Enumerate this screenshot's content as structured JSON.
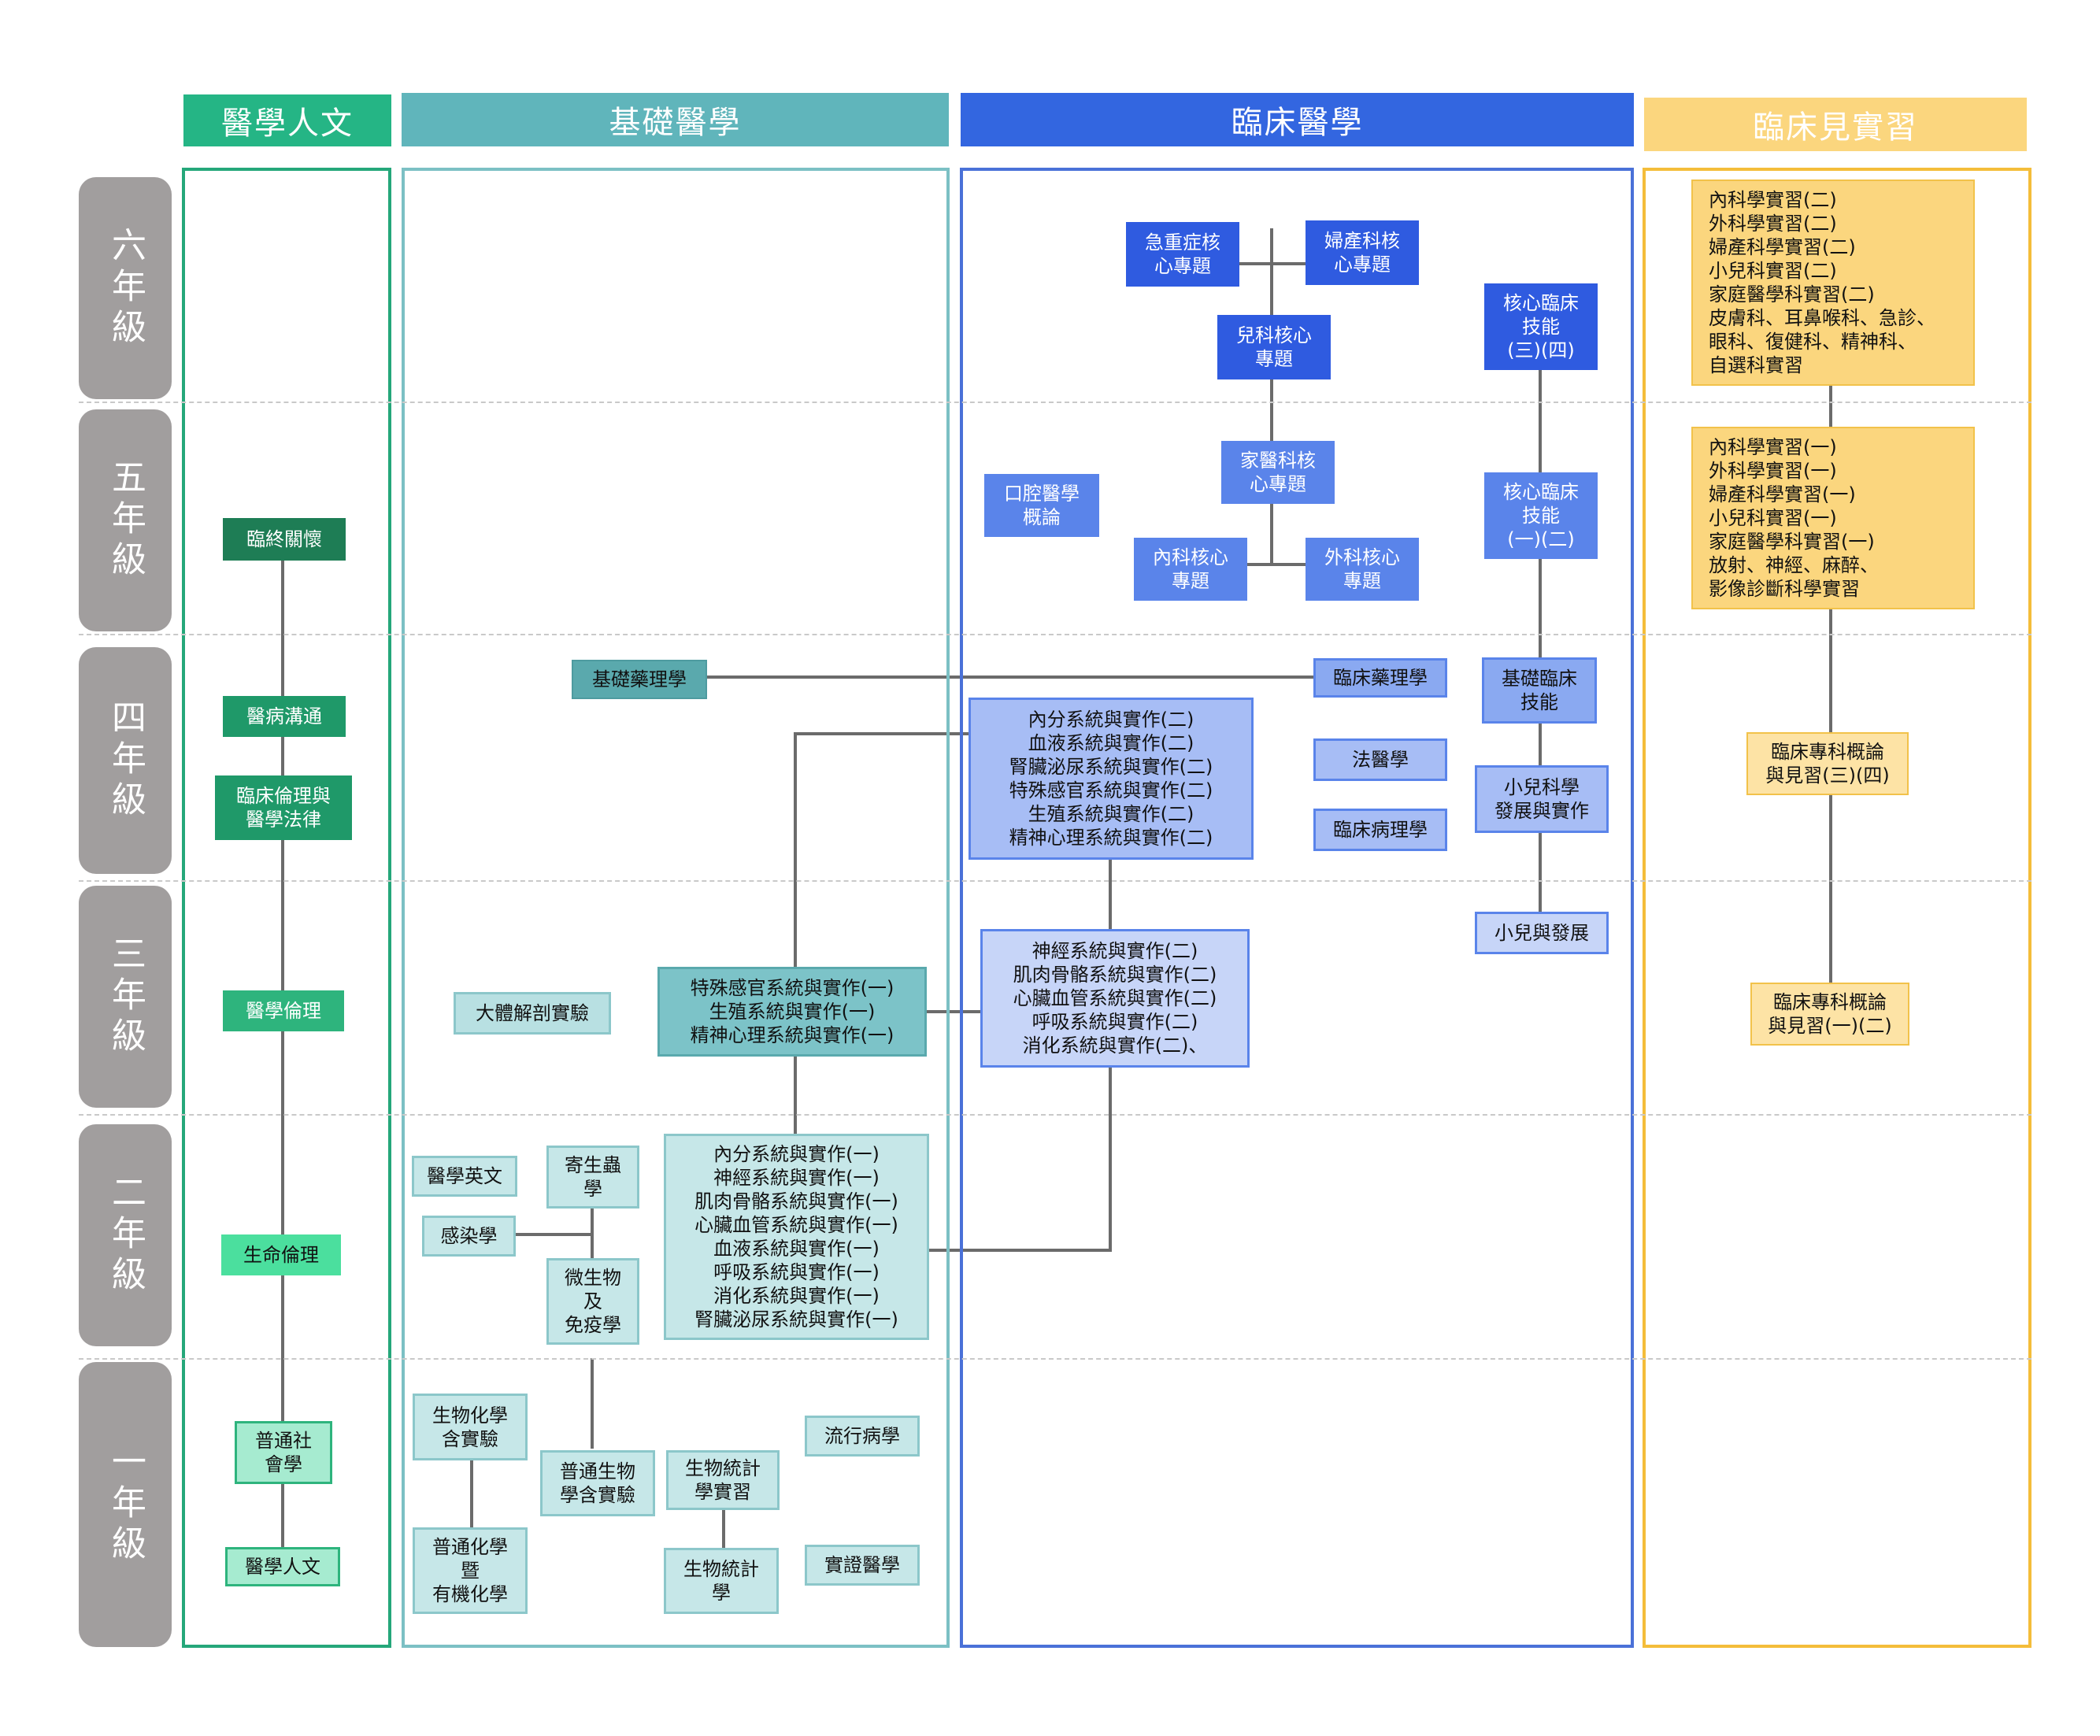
{
  "headers": {
    "humanities": "醫學人文",
    "basic": "基礎醫學",
    "clinical": "臨床醫學",
    "clerkship": "臨床見實習"
  },
  "years": {
    "y6": "六年級",
    "y5": "五年級",
    "y4": "四年級",
    "y3": "三年級",
    "y2": "二年級",
    "y1": "一年級"
  },
  "humanities_courses": {
    "palliative": "臨終關懷",
    "communication": "醫病溝通",
    "ethics_law": "臨床倫理與\n醫學法律",
    "med_ethics": "醫學倫理",
    "bioethics": "生命倫理",
    "sociology": "普通社\n會學",
    "med_humanities": "醫學人文"
  },
  "basic_courses": {
    "basic_pharm": "基礎藥理學",
    "cadaver": "大體解剖實驗",
    "systems1_y3": "特殊感官系統與實作(一)\n生殖系統與實作(一)\n精神心理系統與實作(一)",
    "med_english": "醫學英文",
    "parasitology": "寄生蟲\n學",
    "infectious": "感染學",
    "micro_immuno": "微生物\n及\n免疫學",
    "systems1_y2": "內分系統與實作(一)\n神經系統與實作(一)\n肌肉骨骼系統與實作(一)\n心臟血管系統與實作(一)\n血液系統與實作(一)\n呼吸系統與實作(一)\n消化系統與實作(一)\n腎臟泌尿系統與實作(一)",
    "biochem_lab": "生物化學\n含實驗",
    "chem": "普通化學\n暨\n有機化學",
    "bio_lab": "普通生物\n學含實驗",
    "biostat_lab": "生物統計\n學實習",
    "biostat": "生物統計\n學",
    "epidemiology": "流行病學",
    "ebm": "實證醫學"
  },
  "clinical_courses": {
    "emergency": "急重症核\n心專題",
    "obgyn": "婦產科核\n心專題",
    "peds": "兒科核心\n專題",
    "core_skills_34": "核心臨床\n技能\n(三)(四)",
    "family": "家醫科核\n心專題",
    "oral": "口腔醫學\n概論",
    "internal": "內科核心\n專題",
    "surgery": "外科核心\n專題",
    "core_skills_12": "核心臨床\n技能\n(一)(二)",
    "clin_pharm": "臨床藥理學",
    "basic_skills": "基礎臨床\n技能",
    "systems2_y4": "內分系統與實作(二)\n血液系統與實作(二)\n腎臟泌尿系統與實作(二)\n特殊感官系統與實作(二)\n生殖系統與實作(二)\n精神心理系統與實作(二)",
    "forensic": "法醫學",
    "peds_dev": "小兒科學\n發展與實作",
    "clin_path": "臨床病理學",
    "child_dev": "小兒與發展",
    "systems2_y3": "神經系統與實作(二)\n肌肉骨骼系統與實作(二)\n心臟血管系統與實作(二)\n呼吸系統與實作(二)\n消化系統與實作(二)、"
  },
  "clerkship_courses": {
    "clerk_y6": "內科學實習(二)\n外科學實習(二)\n婦產科學實習(二)\n小兒科實習(二)\n家庭醫學科實習(二)\n皮膚科、耳鼻喉科、急診、\n眼科、復健科、精神科、\n自選科實習",
    "clerk_y5": "內科學實習(一)\n外科學實習(一)\n婦產科學實習(一)\n小兒科實習(一)\n家庭醫學科實習(一)\n放射、神經、麻醉、\n影像診斷科學實習",
    "specialty_34": "臨床專科概論\n與見習(三)(四)",
    "specialty_12": "臨床專科概論\n與見習(一)(二)"
  },
  "colors": {
    "humanities_header": "#25b585",
    "basic_header": "#60b5bb",
    "clinical_header": "#3366e0",
    "clerkship_header": "#fbd67e",
    "year_label": "#a19e9e"
  }
}
